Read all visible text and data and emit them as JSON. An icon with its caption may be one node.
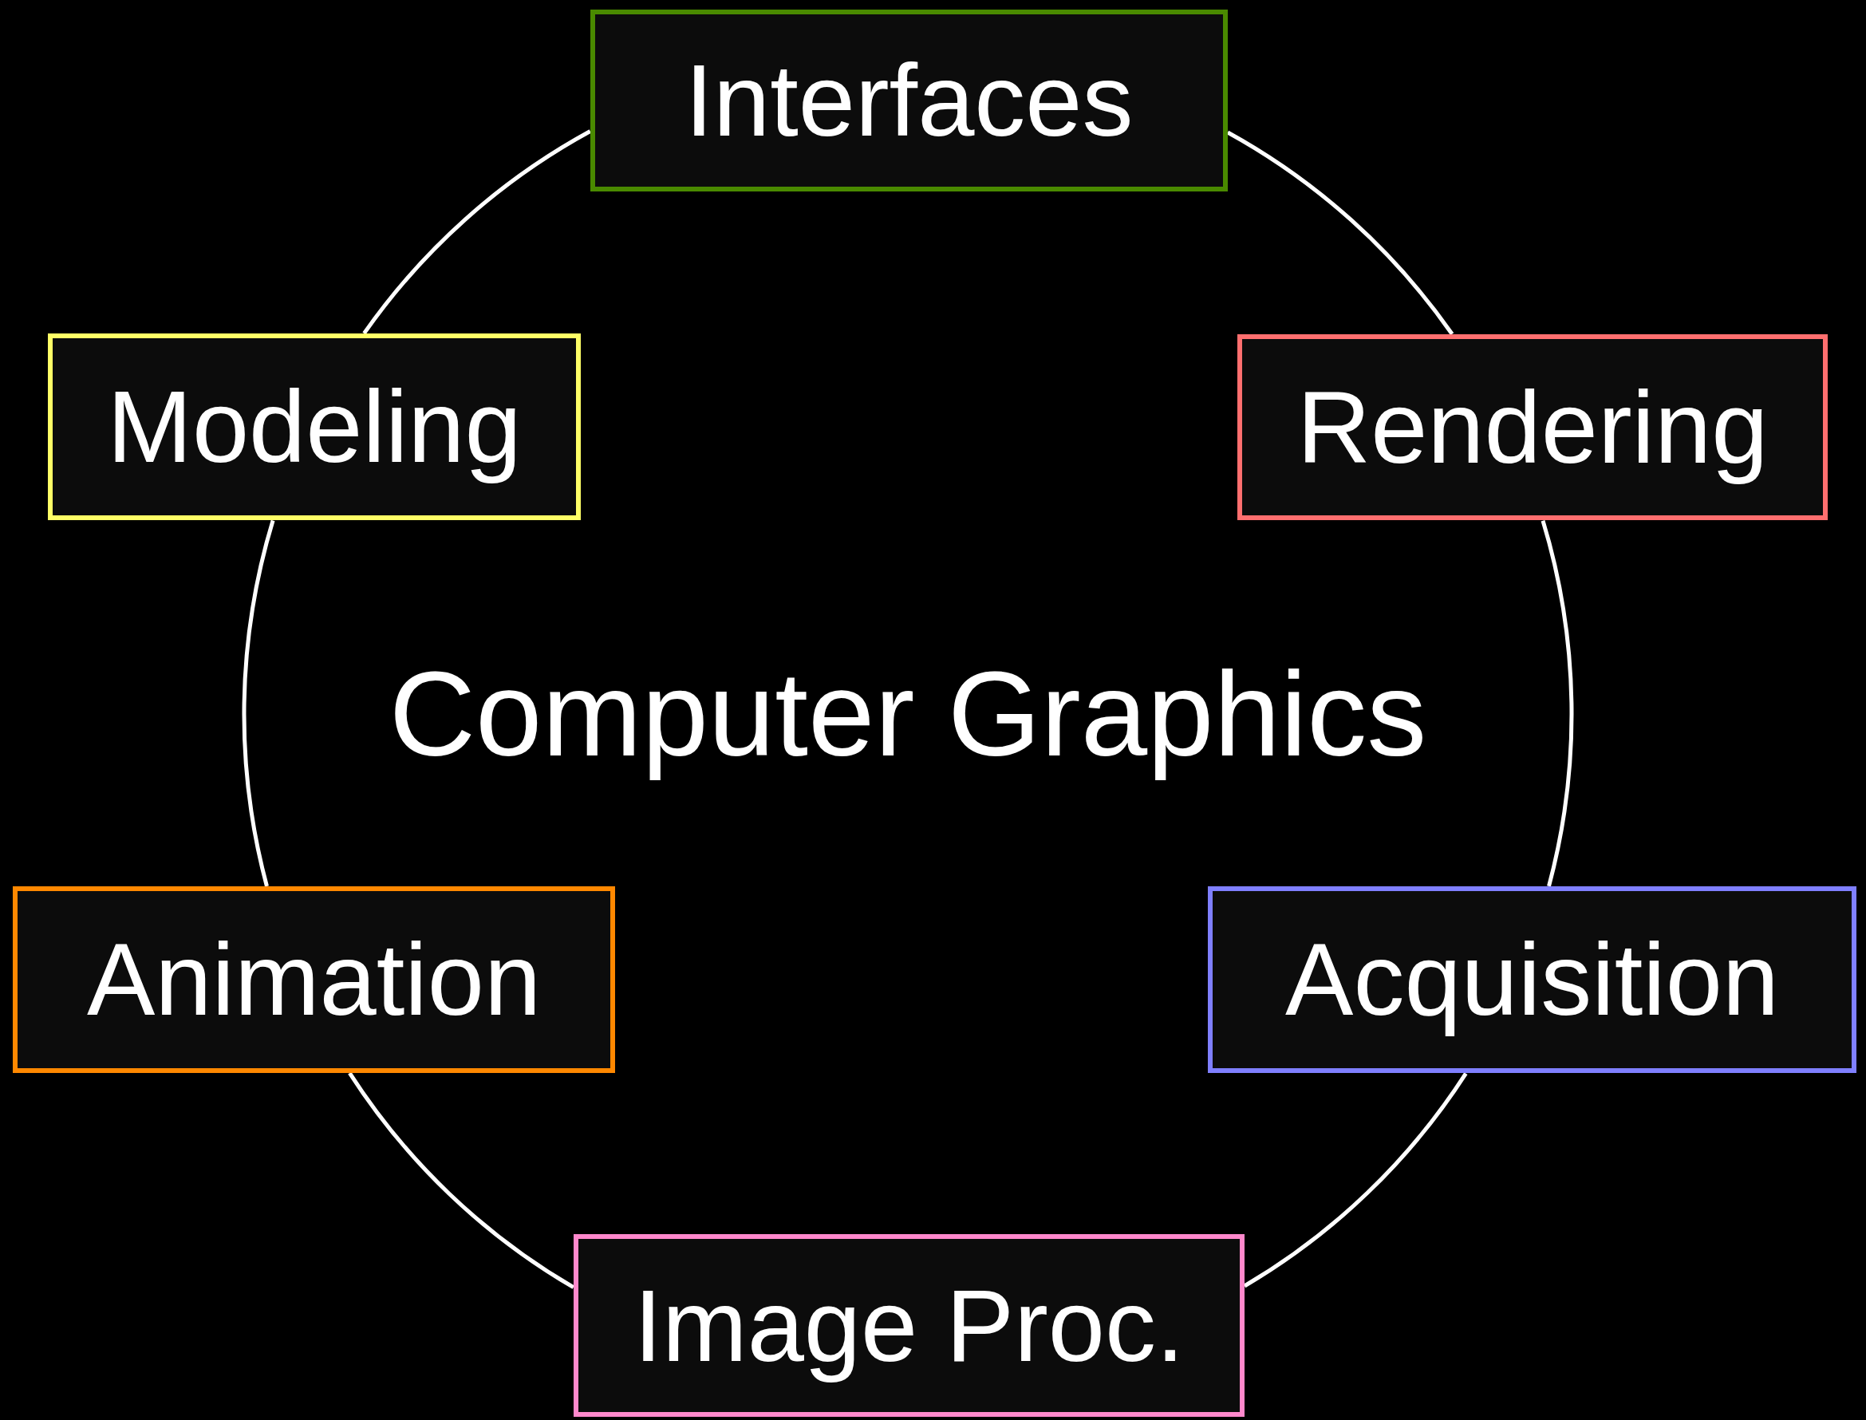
{
  "diagram": {
    "title": "Computer Graphics",
    "nodes": [
      {
        "text": [
          "Interfaces"
        ]
      },
      {
        "text": [
          "Modeling"
        ]
      },
      {
        "text": [
          "Rendering"
        ]
      },
      {
        "text": [
          "Animation"
        ]
      },
      {
        "text": [
          "Acquisition"
        ]
      },
      {
        "text": [
          "Image Proc."
        ]
      }
    ],
    "edges": [
      {
        "from": 0,
        "to": 2,
        "arrow": "none"
      },
      {
        "from": 2,
        "to": 4,
        "arrow": "none"
      },
      {
        "from": 4,
        "to": 5,
        "arrow": "none"
      },
      {
        "from": 5,
        "to": 3,
        "arrow": "none"
      },
      {
        "from": 3,
        "to": 1,
        "arrow": "none"
      },
      {
        "from": 1,
        "to": 0,
        "arrow": "none"
      }
    ]
  }
}
